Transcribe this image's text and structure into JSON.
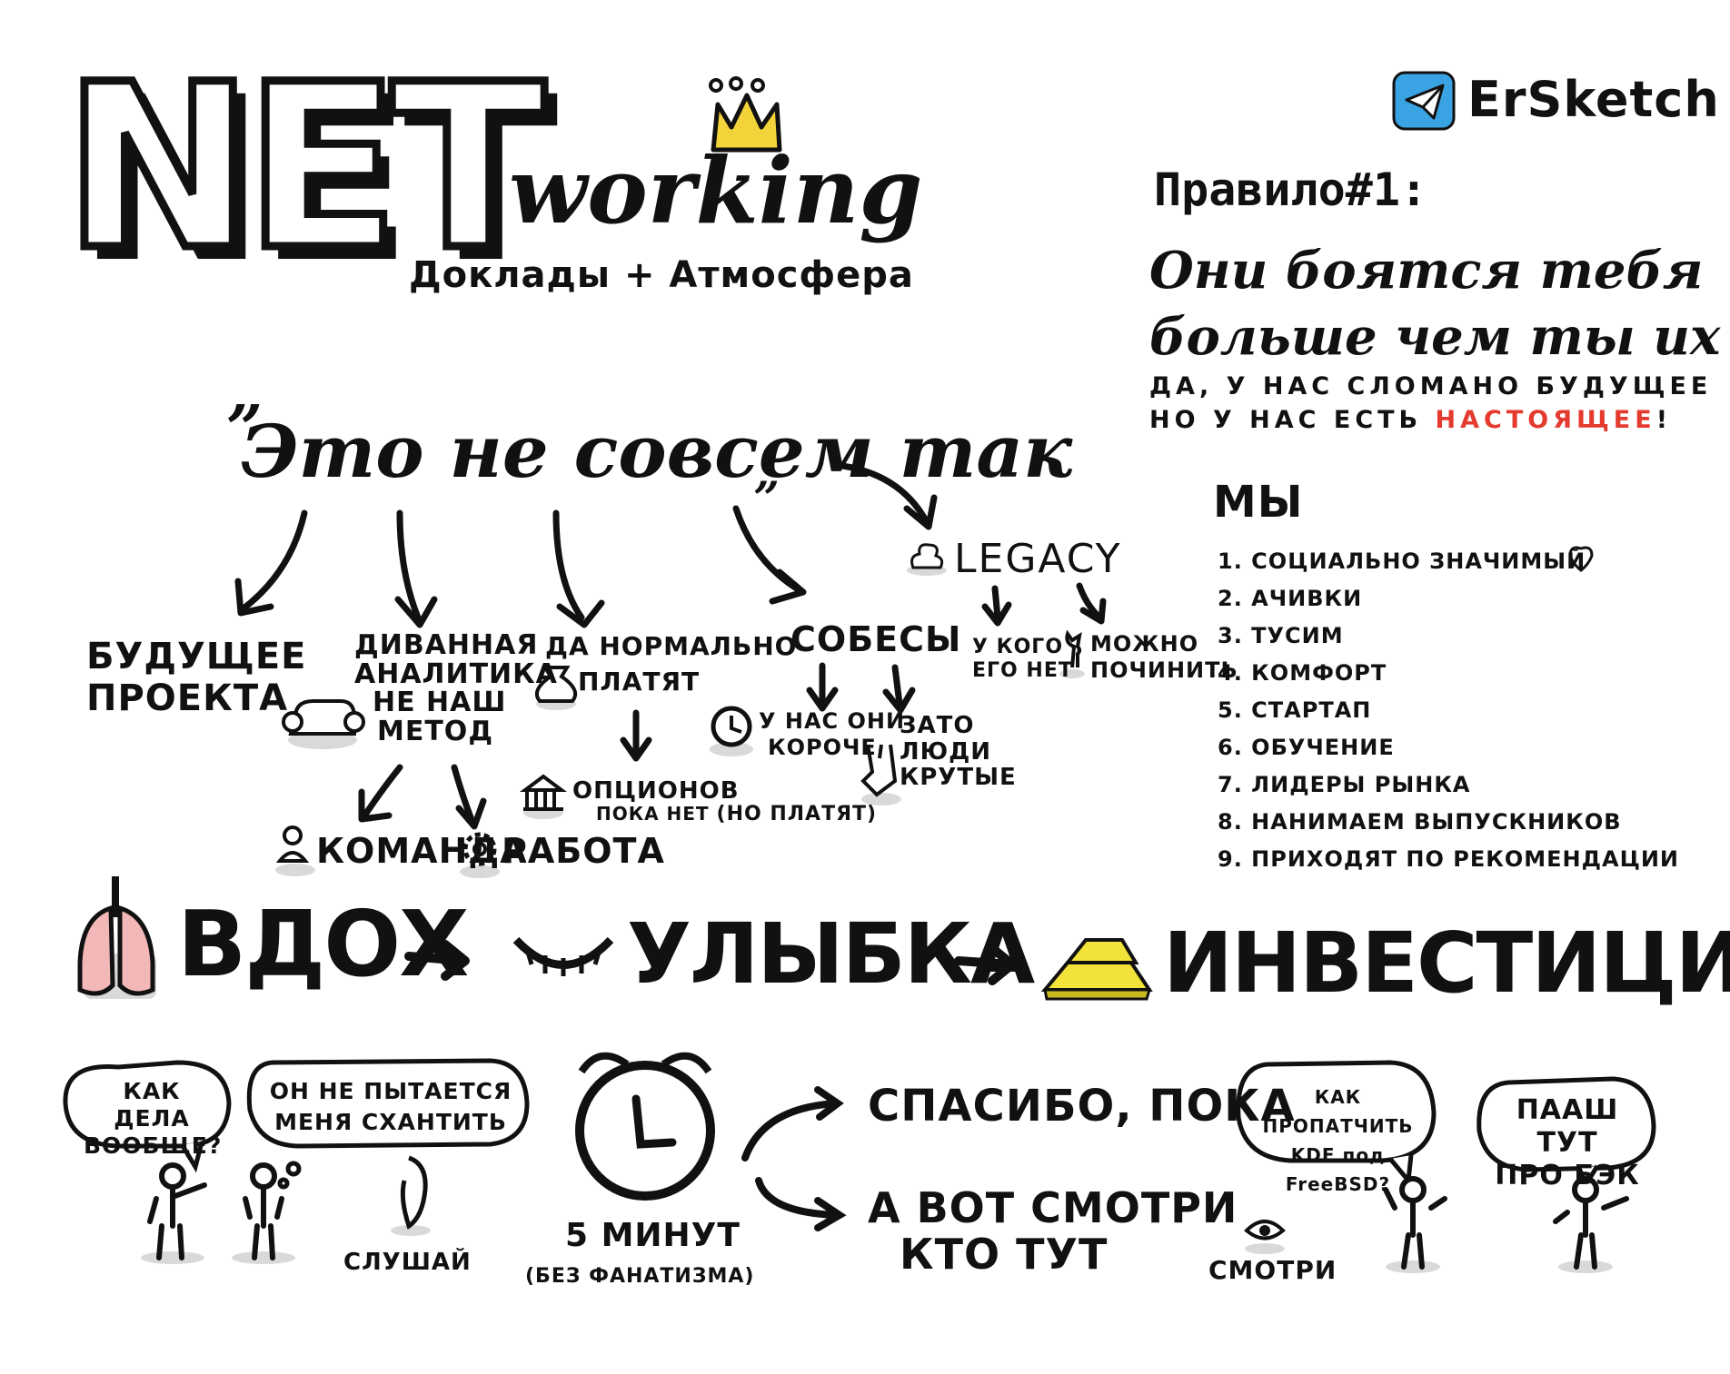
{
  "title": {
    "big": "NET",
    "script": "working",
    "subtitle": "Доклады + Атмосфера"
  },
  "brand": {
    "name": "ErSketch",
    "icon": "telegram-icon",
    "color": "#3aa3e3"
  },
  "rule": {
    "heading": "Правило#1:",
    "line1": "Они боятся тебя",
    "line2": "больше чем ты их",
    "line3": "ДА, У НАС СЛОМАНО БУДУЩЕЕ",
    "line4_prefix": "НО У НАС ЕСТЬ ",
    "line4_highlight": "НАСТОЯЩЕЕ",
    "line4_suffix": "!",
    "highlight_color": "#e53a2e"
  },
  "quote": {
    "open": "„",
    "text": "Это не совсем так",
    "close": "„"
  },
  "branches": {
    "future": "БУДУЩЕЕ ПРОЕКТА",
    "analytics": [
      "ДИВАННАЯ",
      "АНАЛИТИКА",
      "НЕ НАШ",
      "МЕТОД"
    ],
    "team": "КОМАНДА",
    "work": "РАБОТА",
    "pay": [
      "ДА НОРМАЛЬНО",
      "ПЛАТЯТ"
    ],
    "options": [
      "ОПЦИОНОВ",
      "ПОКА НЕТ",
      "(НО ПЛАТЯТ)"
    ],
    "interviews": "СОБЕСЫ",
    "shorter": [
      "У НАС ОНИ",
      "КОРОЧЕ"
    ],
    "people": [
      "ЗАТО",
      "ЛЮДИ",
      "КРУТЫЕ"
    ],
    "legacy": "LEGACY",
    "nobody": [
      "У КОГО",
      "ЕГО НЕТ"
    ],
    "fixable": [
      "МОЖНО",
      "ПОЧИНИТЬ"
    ]
  },
  "we": {
    "heading": "МЫ",
    "items": [
      "1. СОЦИАЛЬНО ЗНАЧИМЫЙ",
      "2. АЧИВКИ",
      "3. ТУСИМ",
      "4. КОМФОРТ",
      "5. СТАРТАП",
      "6. ОБУЧЕНИЕ",
      "7. ЛИДЕРЫ РЫНКА",
      "8. НАНИМАЕМ ВЫПУСКНИКОВ",
      "9. ПРИХОДЯТ ПО РЕКОМЕНДАЦИИ"
    ]
  },
  "flow": {
    "step1": "ВДОХ",
    "step2": "УЛЫБКА",
    "step3": "ИНВЕСТИЦИЯ",
    "lung_color": "#f2b8b8",
    "gold_color": "#f2e23a"
  },
  "bottom": {
    "bubble1": [
      "КАК ДЕЛА",
      "ВООБЩЕ?"
    ],
    "thought": [
      "ОН НЕ ПЫТАЕТСЯ",
      "МЕНЯ СХАНТИТЬ"
    ],
    "listen": "СЛУШАЙ",
    "timer": "5 МИНУТ",
    "timer_note": "(БЕЗ ФАНАТИЗМА)",
    "bye": "СПАСИБО, ПОКА",
    "look_here": [
      "А ВОТ СМОТРИ",
      "КТО ТУТ"
    ],
    "look": "СМОТРИ",
    "bubble3": [
      "КАК ПРОПАТЧИТЬ",
      "KDE под FreeBSD?"
    ],
    "bubble4": [
      "ПААШ ТУТ",
      "ПРО БЭК"
    ]
  }
}
